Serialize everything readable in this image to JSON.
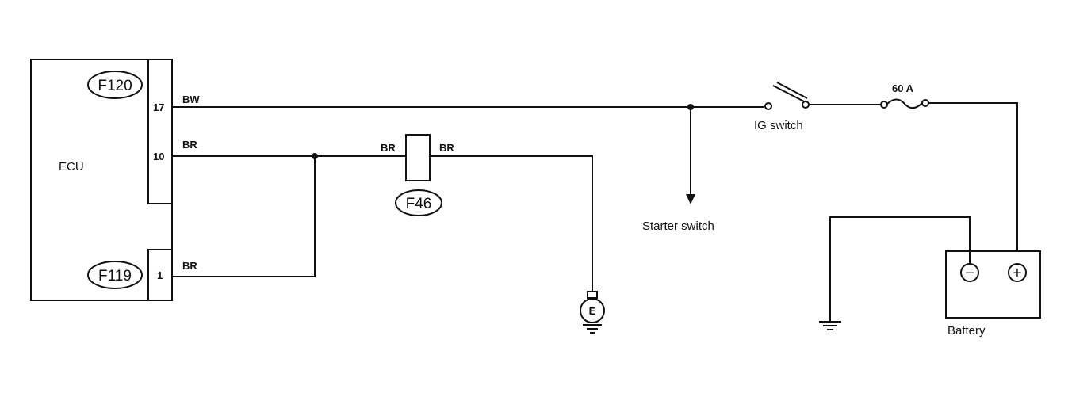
{
  "diagram": {
    "ecu": {
      "label": "ECU",
      "connectors": [
        "F120",
        "F119"
      ],
      "pins": [
        "17",
        "10",
        "1"
      ]
    },
    "wires": {
      "w17": "BW",
      "w10": "BR",
      "w1": "BR",
      "f46_in": "BR",
      "f46_out": "BR"
    },
    "f46": "F46",
    "ground_e": "E",
    "ig_switch": "IG switch",
    "fuse": "60 A",
    "starter_switch": "Starter switch",
    "battery": {
      "label": "Battery",
      "neg": "−",
      "pos": "+"
    }
  }
}
